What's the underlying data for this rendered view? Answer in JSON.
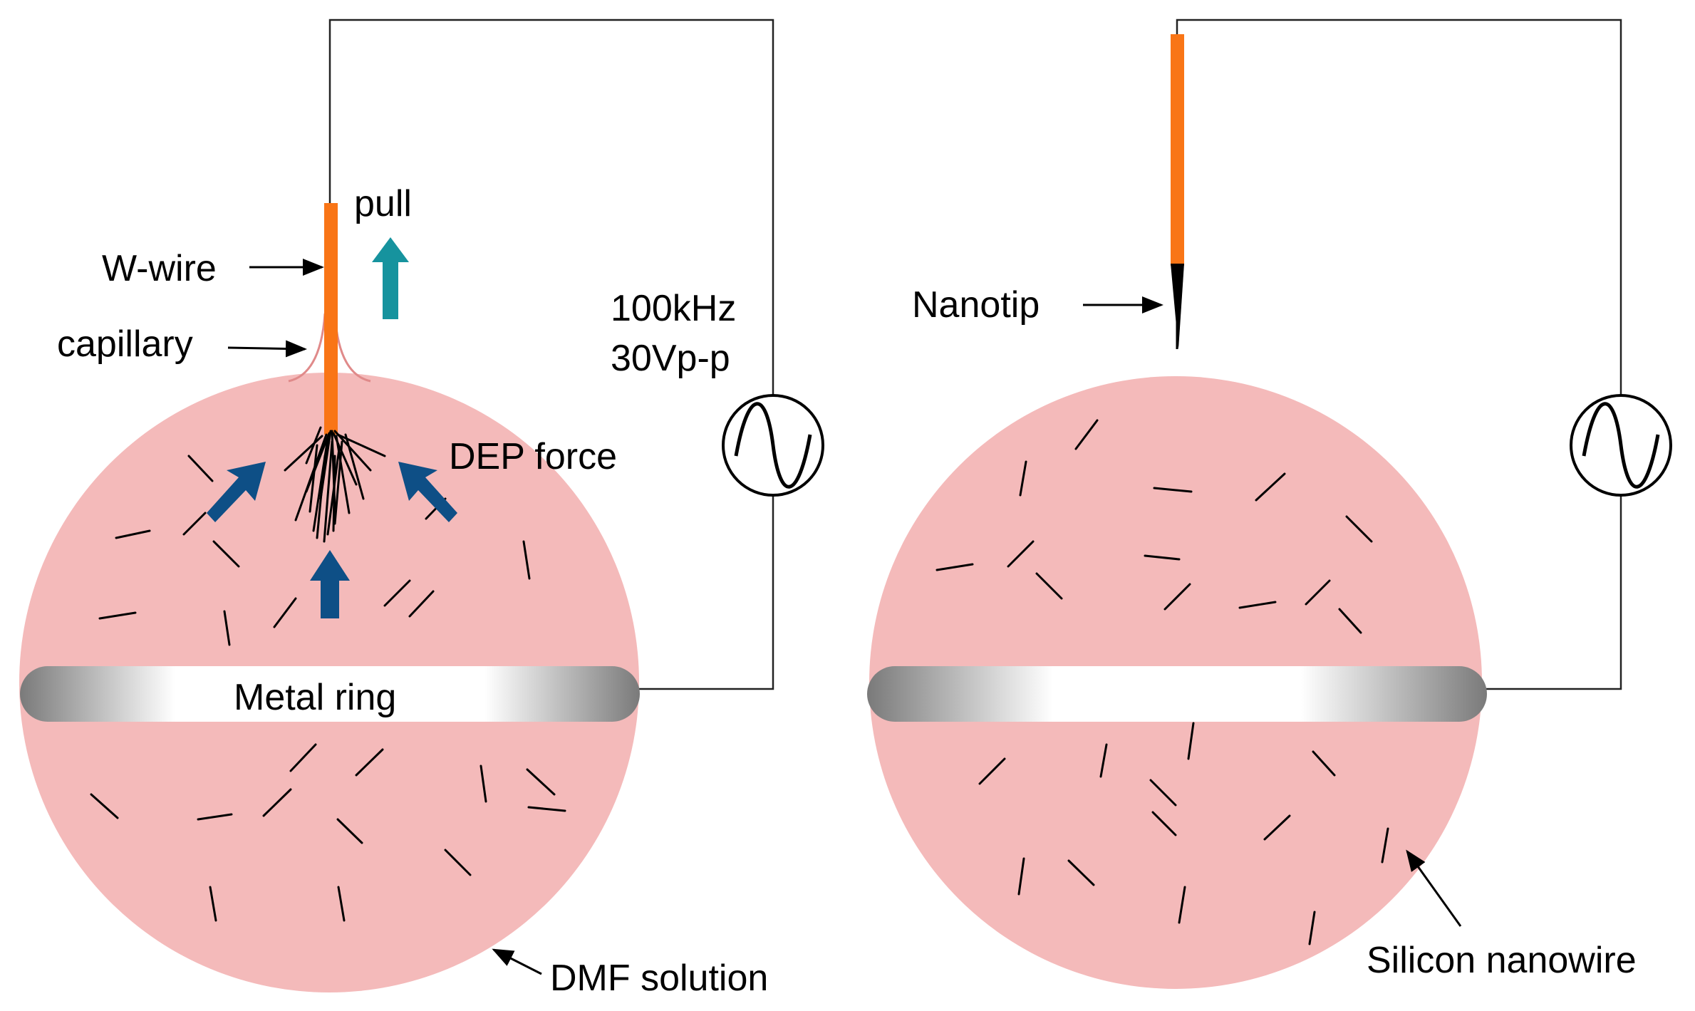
{
  "labels": {
    "pull": "pull",
    "w_wire": "W-wire",
    "capillary": "capillary",
    "freq": "100kHz",
    "voltage": "30Vp-p",
    "dep_force": "DEP force",
    "metal_ring": "Metal ring",
    "dmf_solution": "DMF solution",
    "nanotip": "Nanotip",
    "silicon_nanowire": "Silicon nanowire"
  },
  "colors": {
    "droplet": "#f4baba",
    "wire": "#f97516",
    "dep_arrow": "#0e4f86",
    "pull_arrow": "#16939e",
    "circuit": "#222222",
    "capillary": "#e89090"
  }
}
